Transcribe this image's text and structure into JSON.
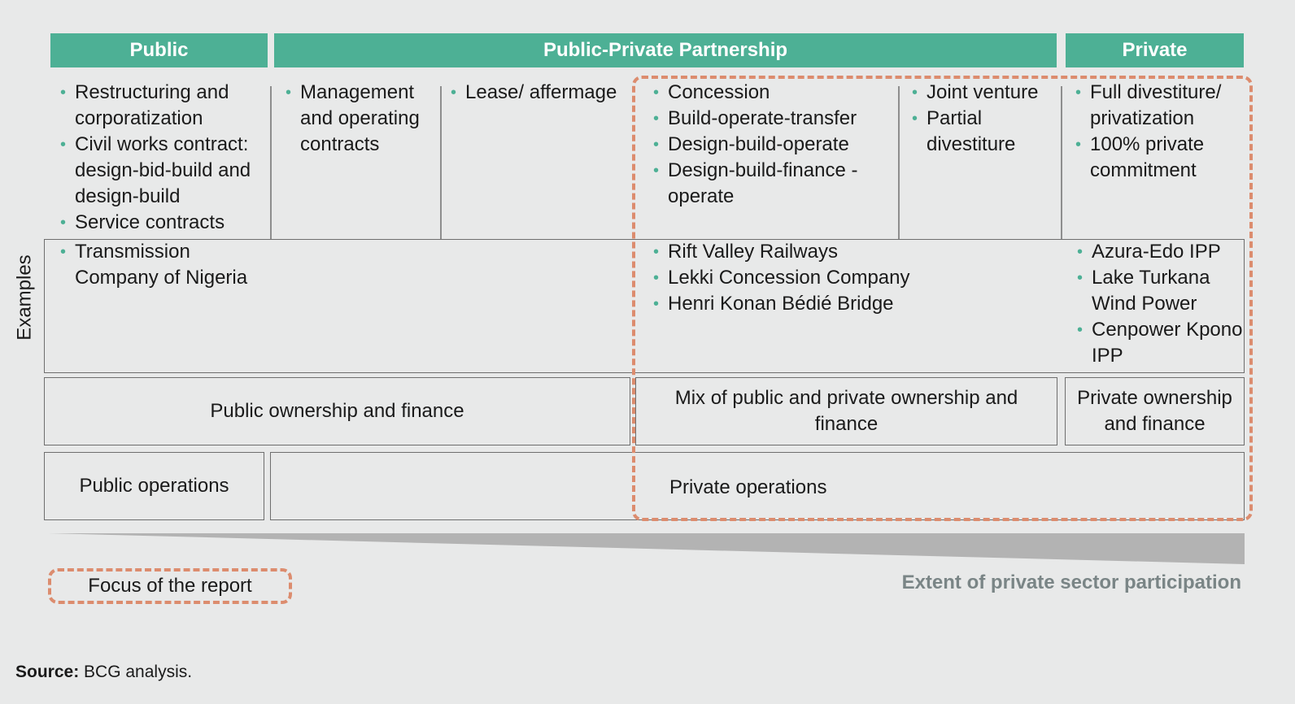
{
  "headers": {
    "public": "Public",
    "ppp": "Public-Private Partnership",
    "private": "Private"
  },
  "models": {
    "public": [
      "Restructuring and corporatization",
      "Civil works contract: design-bid-build and design-build",
      "Service contracts"
    ],
    "management": [
      "Management and operating contracts"
    ],
    "lease": [
      "Lease/ affermage"
    ],
    "concession": [
      "Concession",
      "Build-operate-transfer",
      "Design-build-operate",
      "Design-build-finance - operate"
    ],
    "joint": [
      "Joint venture",
      "Partial divestiture"
    ],
    "private": [
      "Full divestiture/ privatization",
      "100% private commitment"
    ]
  },
  "examples_label": "Examples",
  "examples": {
    "public": [
      "Transmission Company of Nigeria"
    ],
    "ppp": [
      "Rift Valley Railways",
      "Lekki Concession Company",
      "Henri Konan Bédié Bridge"
    ],
    "private": [
      "Azura-Edo IPP",
      "Lake Turkana Wind Power",
      "Cenpower Kpono IPP"
    ]
  },
  "ownership": {
    "public": "Public ownership and finance",
    "mix": "Mix of public and private ownership and finance",
    "private": "Private ownership and finance"
  },
  "operations": {
    "public": "Public operations",
    "private": "Private operations"
  },
  "legend": {
    "focus": "Focus of the report",
    "extent": "Extent of private sector participation"
  },
  "source": {
    "label": "Source:",
    "text": " BCG analysis."
  },
  "colors": {
    "header_green": "#4db095",
    "dash_orange": "#dc8c6e",
    "wedge_gray": "#b3b3b3"
  }
}
